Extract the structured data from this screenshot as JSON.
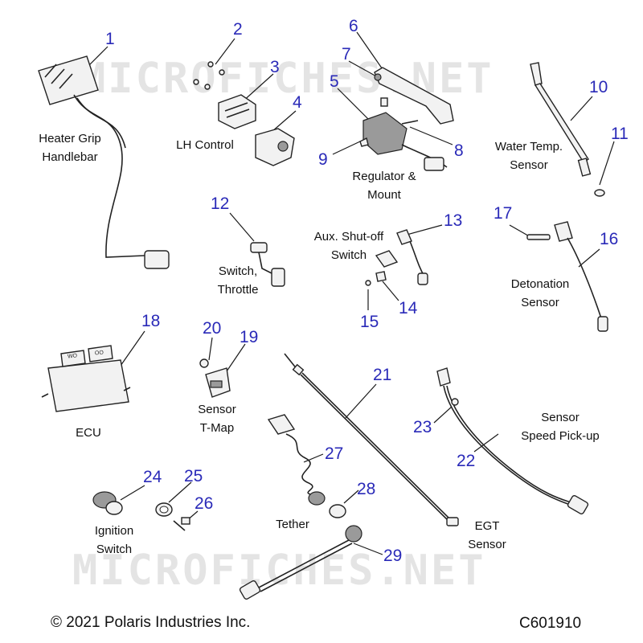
{
  "watermark": {
    "text": "MICROFICHES.NET"
  },
  "callouts": [
    "1",
    "2",
    "3",
    "4",
    "5",
    "6",
    "7",
    "8",
    "9",
    "10",
    "11",
    "12",
    "13",
    "14",
    "15",
    "16",
    "17",
    "18",
    "19",
    "20",
    "21",
    "22",
    "23",
    "24",
    "25",
    "26",
    "27",
    "28",
    "29"
  ],
  "labels": {
    "heater_grip": [
      "Heater Grip",
      "Handlebar"
    ],
    "lh_control": [
      "LH Control"
    ],
    "regulator": [
      "Regulator &",
      "Mount"
    ],
    "water_temp": [
      "Water Temp.",
      "Sensor"
    ],
    "switch_throttle": [
      "Switch,",
      "Throttle"
    ],
    "aux_shutoff": [
      "Aux. Shut-off",
      "Switch"
    ],
    "detonation": [
      "Detonation",
      "Sensor"
    ],
    "ecu": [
      "ECU"
    ],
    "sensor_tmap": [
      "Sensor",
      "T-Map"
    ],
    "sensor_speed": [
      "Sensor",
      "Speed Pick-up"
    ],
    "ignition": [
      "Ignition",
      "Switch"
    ],
    "tether": [
      "Tether"
    ],
    "egt": [
      "EGT",
      "Sensor"
    ]
  },
  "ecu_buttons": [
    "WO",
    "OO"
  ],
  "footer": {
    "copyright": "© 2021 Polaris Industries Inc.",
    "diagram_code": "C601910"
  }
}
